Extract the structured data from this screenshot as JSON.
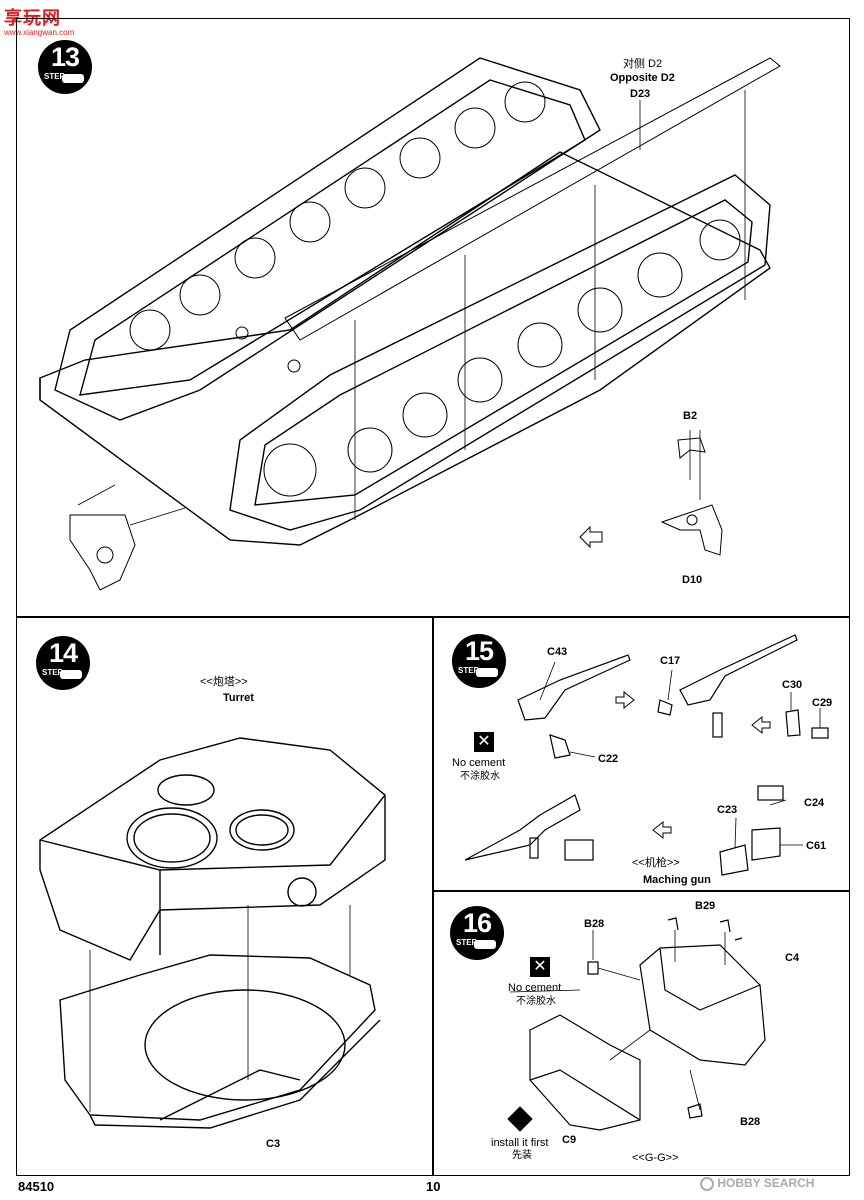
{
  "header": {
    "watermark_cn": "享玩网",
    "watermark_url": "www.xiangwan.com"
  },
  "steps": {
    "s13": {
      "number": "13",
      "step_word": "STEP",
      "label_cn": "对侧 D2",
      "label_en": "Opposite D2",
      "part_d23": "D23",
      "part_b2": "B2",
      "part_d10": "D10"
    },
    "s14": {
      "number": "14",
      "step_word": "STEP",
      "title_cn": "<<炮塔>>",
      "title_en": "Turret",
      "part_c3": "C3"
    },
    "s15": {
      "number": "15",
      "step_word": "STEP",
      "part_c43": "C43",
      "part_c17": "C17",
      "part_c30": "C30",
      "part_c29": "C29",
      "part_c22": "C22",
      "part_c23": "C23",
      "part_c24": "C24",
      "part_c61": "C61",
      "no_cement_en": "No cement",
      "no_cement_cn": "不涂胶水",
      "title_cn": "<<机枪>>",
      "title_en": "Maching gun"
    },
    "s16": {
      "number": "16",
      "step_word": "STEP",
      "part_b28_top": "B28",
      "part_b29": "B29",
      "part_c4": "C4",
      "part_c9": "C9",
      "part_b28_bottom": "B28",
      "no_cement_en": "No cement",
      "no_cement_cn": "不涂胶水",
      "install_en": "install it first",
      "install_cn": "先装",
      "section": "<<G-G>>"
    }
  },
  "footer": {
    "code": "84510",
    "page": "10",
    "brand": "HOBBY SEARCH"
  }
}
